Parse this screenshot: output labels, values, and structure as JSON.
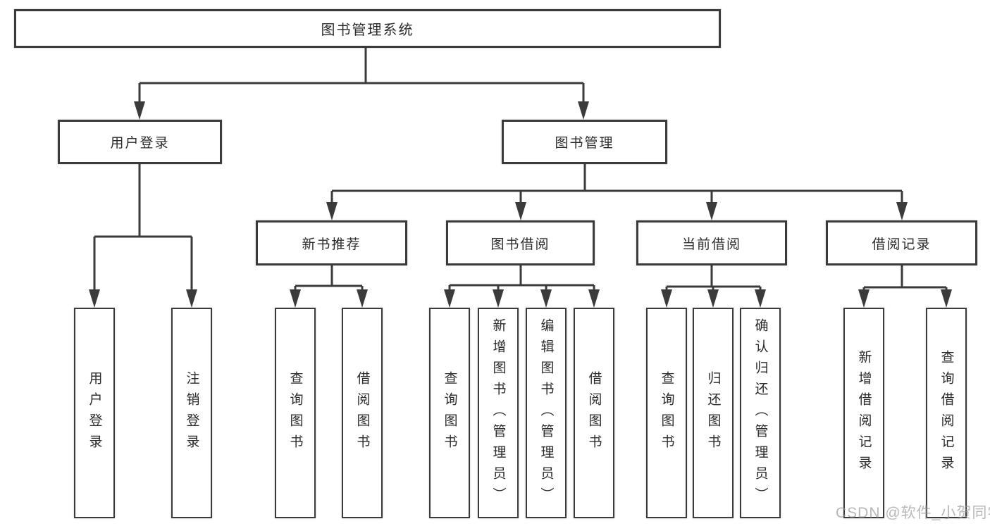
{
  "tree": {
    "root": {
      "label": "图书管理系统",
      "children": [
        {
          "label": "用户登录",
          "children": [
            {
              "label": "用户登录"
            },
            {
              "label": "注销登录"
            }
          ]
        },
        {
          "label": "图书管理",
          "children": [
            {
              "label": "新书推荐",
              "children": [
                {
                  "label": "查询图书"
                },
                {
                  "label": "借阅图书"
                }
              ]
            },
            {
              "label": "图书借阅",
              "children": [
                {
                  "label": "查询图书"
                },
                {
                  "label": "新增图书（管理员）"
                },
                {
                  "label": "编辑图书（管理员）"
                },
                {
                  "label": "借阅图书"
                }
              ]
            },
            {
              "label": "当前借阅",
              "children": [
                {
                  "label": "查询图书"
                },
                {
                  "label": "归还图书"
                },
                {
                  "label": "确认归还（管理员）"
                }
              ]
            },
            {
              "label": "借阅记录",
              "children": [
                {
                  "label": "新增借阅记录"
                },
                {
                  "label": "查询借阅记录"
                }
              ]
            }
          ]
        }
      ]
    }
  },
  "watermark": {
    "text": "CSDN @软件_小贺同学"
  },
  "colors": {
    "line": "#3b3b3b",
    "box_border": "#3b3b3b",
    "text": "#2b2b2b",
    "background": "#ffffff",
    "watermark": "#999999"
  }
}
